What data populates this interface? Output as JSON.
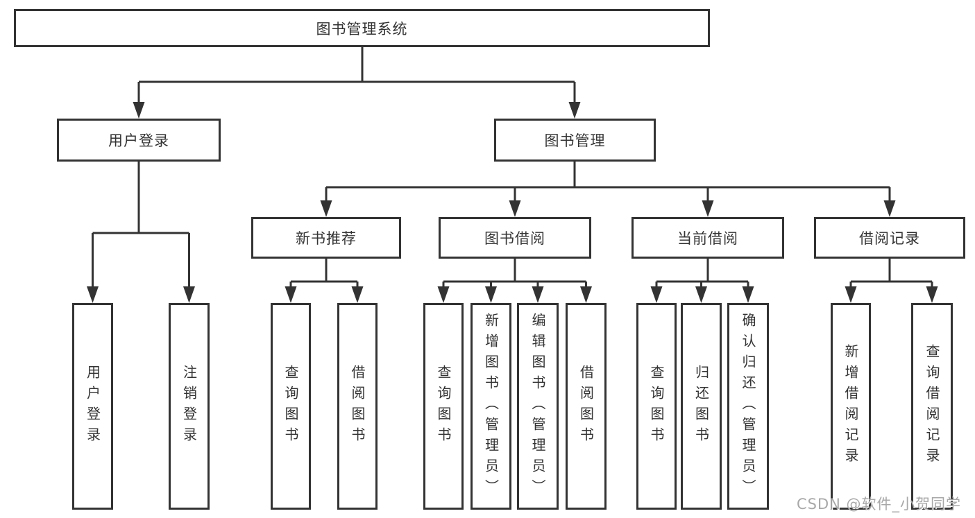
{
  "diagram": {
    "type": "hierarchy-tree",
    "root": {
      "label": "图书管理系统",
      "children": [
        {
          "label": "用户登录",
          "children": [
            {
              "label": "用户登录"
            },
            {
              "label": "注销登录"
            }
          ]
        },
        {
          "label": "图书管理",
          "children": [
            {
              "label": "新书推荐",
              "children": [
                {
                  "label": "查询图书"
                },
                {
                  "label": "借阅图书"
                }
              ]
            },
            {
              "label": "图书借阅",
              "children": [
                {
                  "label": "查询图书"
                },
                {
                  "label": "新增图书（管理员）"
                },
                {
                  "label": "编辑图书（管理员）"
                },
                {
                  "label": "借阅图书"
                }
              ]
            },
            {
              "label": "当前借阅",
              "children": [
                {
                  "label": "查询图书"
                },
                {
                  "label": "归还图书"
                },
                {
                  "label": "确认归还（管理员）"
                }
              ]
            },
            {
              "label": "借阅记录",
              "children": [
                {
                  "label": "新增借阅记录"
                },
                {
                  "label": "查询借阅记录"
                }
              ]
            }
          ]
        }
      ]
    },
    "watermark": "CSDN @软件_小贺同学",
    "colors": {
      "line": "#333333",
      "box_border": "#333333",
      "box_fill": "#ffffff",
      "text": "#333333",
      "watermark": "#a8a8a8",
      "background": "#ffffff"
    }
  }
}
